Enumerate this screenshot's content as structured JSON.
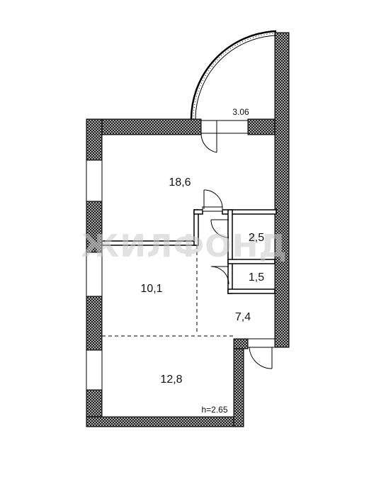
{
  "plan": {
    "balcony_length": "3.06",
    "ceiling_height": "h=2.65",
    "watermark": "ЖИЛФОНД",
    "rooms": [
      {
        "id": "room-large",
        "area": "18,6"
      },
      {
        "id": "room-medium",
        "area": "10,1"
      },
      {
        "id": "hallway",
        "area": "7,4"
      },
      {
        "id": "kitchen",
        "area": "12,8"
      },
      {
        "id": "bathroom",
        "area": "2,5"
      },
      {
        "id": "toilet",
        "area": "1,5"
      }
    ]
  },
  "colors": {
    "wall_hatch": "#1a1a1a",
    "background": "#ffffff"
  }
}
